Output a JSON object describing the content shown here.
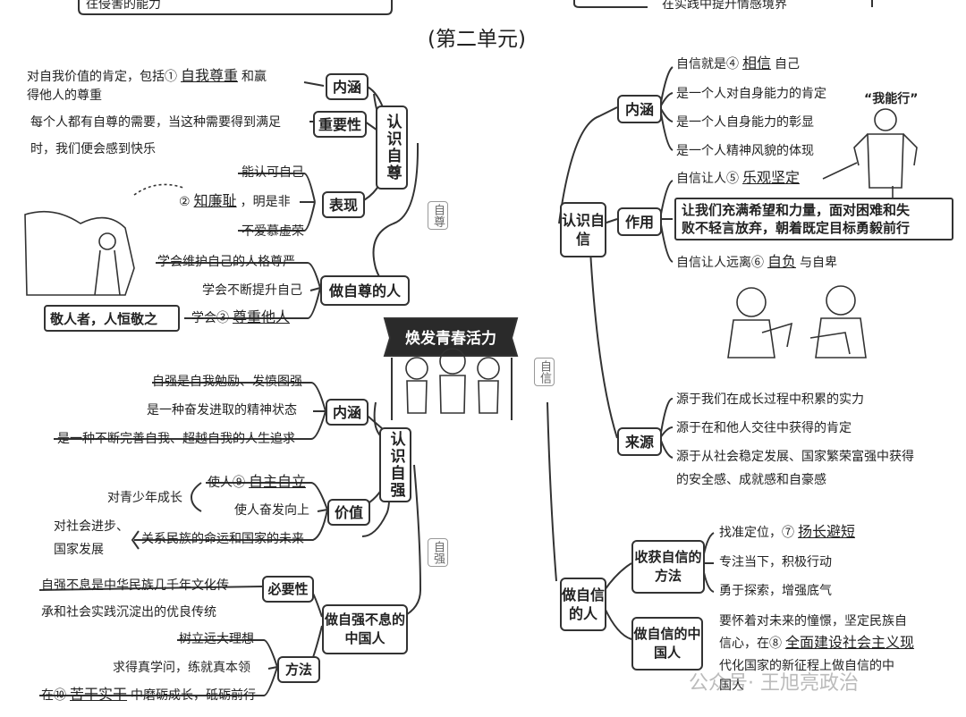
{
  "top_snippets": {
    "left": "往侵害的能力",
    "right": "在实践中提升情感境界"
  },
  "unit_title": "(第二单元)",
  "center_banner": "焕发青春活力",
  "watermark": "公众号· 王旭亮政治",
  "ghost_labels": {
    "zizun": "自尊",
    "zixin": "自信",
    "ziqiang": "自强"
  },
  "left": {
    "zizun": {
      "title": "认识自尊",
      "neihan": {
        "label": "内涵",
        "line1": "对自我价值的肯定，包括①",
        "blank1": "自我尊重",
        "line1b": "和赢",
        "line2": "得他人的尊重"
      },
      "zhongyao": {
        "label": "重要性",
        "line1": "每个人都有自尊的需要，当这种需要得到满足",
        "line2": "时，我们便会感到快乐"
      },
      "biaoxian": {
        "label": "表现",
        "i1": "能认可自己",
        "i2a": "②",
        "i2blank": "知廉耻",
        "i2b": "，明是非",
        "i3": "不爱慕虚荣"
      },
      "zuo": {
        "label": "做自尊的人",
        "i1": "学会维护自己的人格尊严",
        "i2": "学会不断提升自己",
        "i3a": "学会③",
        "i3blank": "尊重他人"
      },
      "proverb": "敬人者，人恒敬之"
    },
    "ziqiang": {
      "title": "认识自强",
      "neihan": {
        "label": "内涵",
        "i1": "自强是自我勉励、发愤图强",
        "i2": "是一种奋发进取的精神状态",
        "i3": "是一种不断完善自我、超越自我的人生追求"
      },
      "jiazhi": {
        "label": "价值",
        "g1": "对青少年成长",
        "g1a": "使人⑨",
        "g1ablank": "自主自立",
        "g1b": "使人奋发向上",
        "g2a": "对社会进步、",
        "g2b": "国家发展",
        "g2": "关系民族的命运和国家的未来"
      },
      "zuo": {
        "label": "做自强不息的中国人",
        "biyao": "必要性",
        "biyao1": "自强不息是中华民族几千年文化传",
        "biyao2": "承和社会实践沉淀出的优良传统",
        "fangfa": "方法",
        "f1": "树立远大理想",
        "f2": "求得真学问，练就真本领",
        "f3a": "在⑩",
        "f3blank": "苦干实干",
        "f3b": "中磨砺成长，砥砺前行"
      }
    }
  },
  "right": {
    "zixin": {
      "title": "认识自信",
      "neihan": {
        "label": "内涵",
        "i1a": "自信就是④",
        "i1blank": "相信",
        "i1b": "自己",
        "i2": "是一个人对自身能力的肯定",
        "i3": "是一个人自身能力的彰显",
        "i4": "是一个人精神风貌的体现"
      },
      "zuoyong": {
        "label": "作用",
        "i1a": "自信让人⑤",
        "i1blank": "乐观坚定",
        "box1": "让我们充满希望和力量，面对困难和失",
        "box2": "败不轻言放弃，朝着既定目标勇毅前行",
        "i2a": "自信让人远离⑥",
        "i2blank": "自负",
        "i2b": "与自卑"
      },
      "laiyuan": {
        "label": "来源",
        "i1": "源于我们在成长过程中积累的实力",
        "i2": "源于在和他人交往中获得的肯定",
        "i3": "源于从社会稳定发展、国家繁荣富强中获得",
        "i4": "的安全感、成就感和自豪感"
      },
      "woneng": "“我能行”"
    },
    "zuo": {
      "title": "做自信的人",
      "fangfa": {
        "label": "收获自信的方法",
        "i1a": "找准定位，⑦",
        "i1blank": "扬长避短",
        "i2": "专注当下，积极行动",
        "i3": "勇于探索，增强底气"
      },
      "zhongguo": {
        "label": "做自信的中国人",
        "l1": "要怀着对未来的憧憬，坚定民族自",
        "l2a": "信心，在⑧",
        "l2blank": "全面建设社会主义现",
        "l3": "代化国家的新征程上做自信的中",
        "l4": "国人"
      }
    }
  }
}
